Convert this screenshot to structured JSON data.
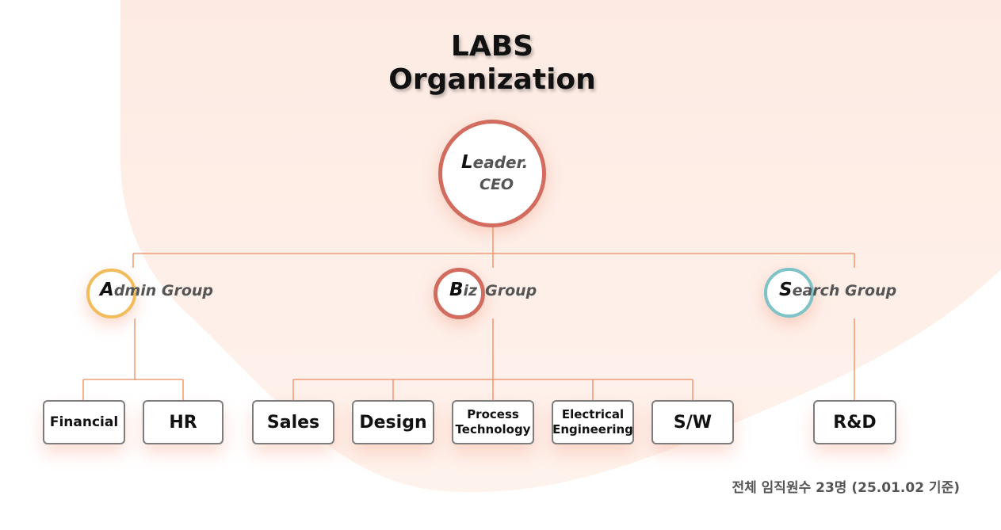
{
  "title": {
    "line1": "LABS",
    "line2": "Organization"
  },
  "leader": {
    "initial": "L",
    "rest": "eader.",
    "role": "CEO"
  },
  "groups": {
    "admin": {
      "initial": "A",
      "rest": "dmin Group",
      "ring_color": "#f1bd5c"
    },
    "biz": {
      "initial": "B",
      "rest": "iz",
      "suffix": "Group",
      "ring_color": "#d16c5f"
    },
    "search": {
      "initial": "S",
      "rest": "earch Group",
      "ring_color": "#7ec3c7"
    }
  },
  "teams": {
    "financial": "Financial",
    "hr": "HR",
    "sales": "Sales",
    "design": "Design",
    "process_line1": "Process",
    "process_line2": "Technology",
    "electrical_line1": "Electrical",
    "electrical_line2": "Engineering",
    "sw": "S/W",
    "rnd": "R&D"
  },
  "footnote": "전체 임직원수 23명 (25.01.02 기준)",
  "colors": {
    "background_shape": "#fdebe3",
    "connector": "#ee8a5c",
    "leader_ring": "#d16c5f",
    "box_border": "#7d7d7d"
  }
}
